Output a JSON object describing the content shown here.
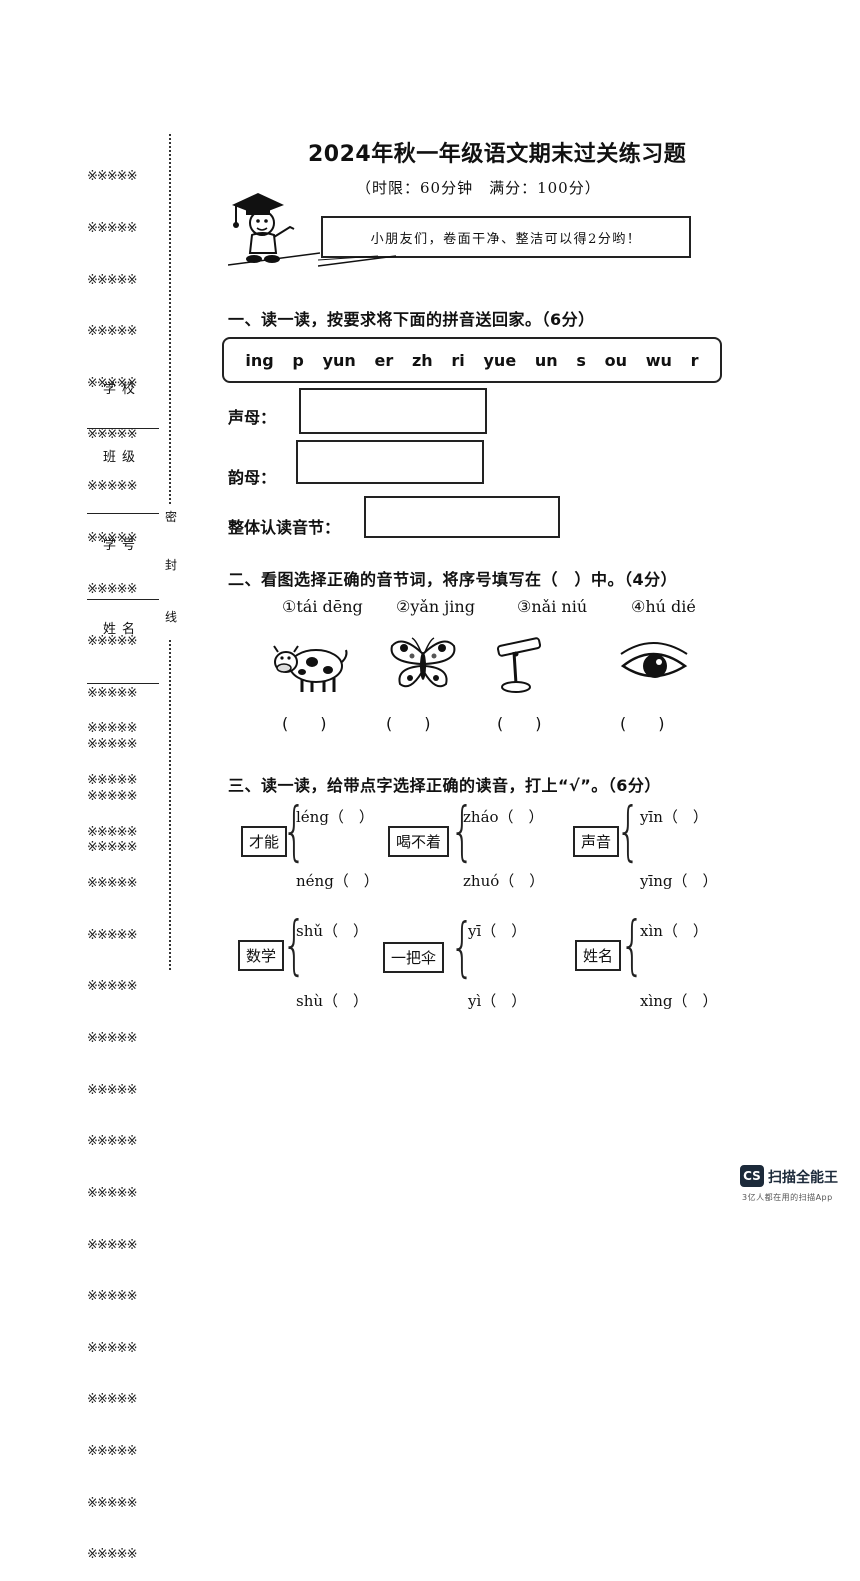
{
  "margin": {
    "stars_top": [
      "※※※※※",
      "※※※※※",
      "※※※※※",
      "※※※※※",
      "※※※※※",
      "※※※※※",
      "※※※※※",
      "※※※※※",
      "※※※※※",
      "※※※※※",
      "※※※※※",
      "※※※※※",
      "※※※※※",
      "※※※※※"
    ],
    "stars_bottom": [
      "※※※※※",
      "※※※※※",
      "※※※※※",
      "※※※※※",
      "※※※※※",
      "※※※※※",
      "※※※※※",
      "※※※※※",
      "※※※※※",
      "※※※※※",
      "※※※※※",
      "※※※※※",
      "※※※※※",
      "※※※※※",
      "※※※※※",
      "※※※※※",
      "※※※※※"
    ],
    "school": "学校",
    "class": "班级",
    "number": "学号",
    "name": "姓名",
    "seal": [
      "密",
      "封",
      "线"
    ]
  },
  "header": {
    "title": "2024年秋一年级语文期末过关练习题",
    "subtitle": "（时限：60分钟　满分：100分）",
    "note": "小朋友们，卷面干净、整洁可以得2分哟！"
  },
  "q1": {
    "prompt": "一、读一读，按要求将下面的拼音送回家。（6分）",
    "syllables": [
      "ing",
      "p",
      "yun",
      "er",
      "zh",
      "ri",
      "yue",
      "un",
      "s",
      "ou",
      "wu",
      "r"
    ],
    "label_initials": "声母：",
    "label_finals": "韵母：",
    "label_whole": "整体认读音节："
  },
  "q2": {
    "prompt": "二、看图选择正确的音节词，将序号填写在（　）中。（4分）",
    "options": [
      "①tái dēng",
      "②yǎn jing",
      "③nǎi niú",
      "④hú dié"
    ],
    "paren": "(　　)"
  },
  "q3": {
    "prompt": "三、读一读，给带点字选择正确的读音，打上“√”。（6分）",
    "items": [
      {
        "word": "才能",
        "top": "léng（　）",
        "bottom": "néng（　）"
      },
      {
        "word": "喝不着",
        "top": "zháo（　）",
        "bottom": "zhuó（　）"
      },
      {
        "word": "声音",
        "top": "yīn（　）",
        "bottom": "yīng（　）"
      },
      {
        "word": "数学",
        "top": "shǔ（　）",
        "bottom": "shù（　）"
      },
      {
        "word": "一把伞",
        "top": "yī（　）",
        "bottom": "yì（　）"
      },
      {
        "word": "姓名",
        "top": "xìn（　）",
        "bottom": "xìng（　）"
      }
    ]
  },
  "watermark": {
    "app": "扫描全能王",
    "tagline": "3亿人都在用的扫描App",
    "logo": "CS"
  }
}
